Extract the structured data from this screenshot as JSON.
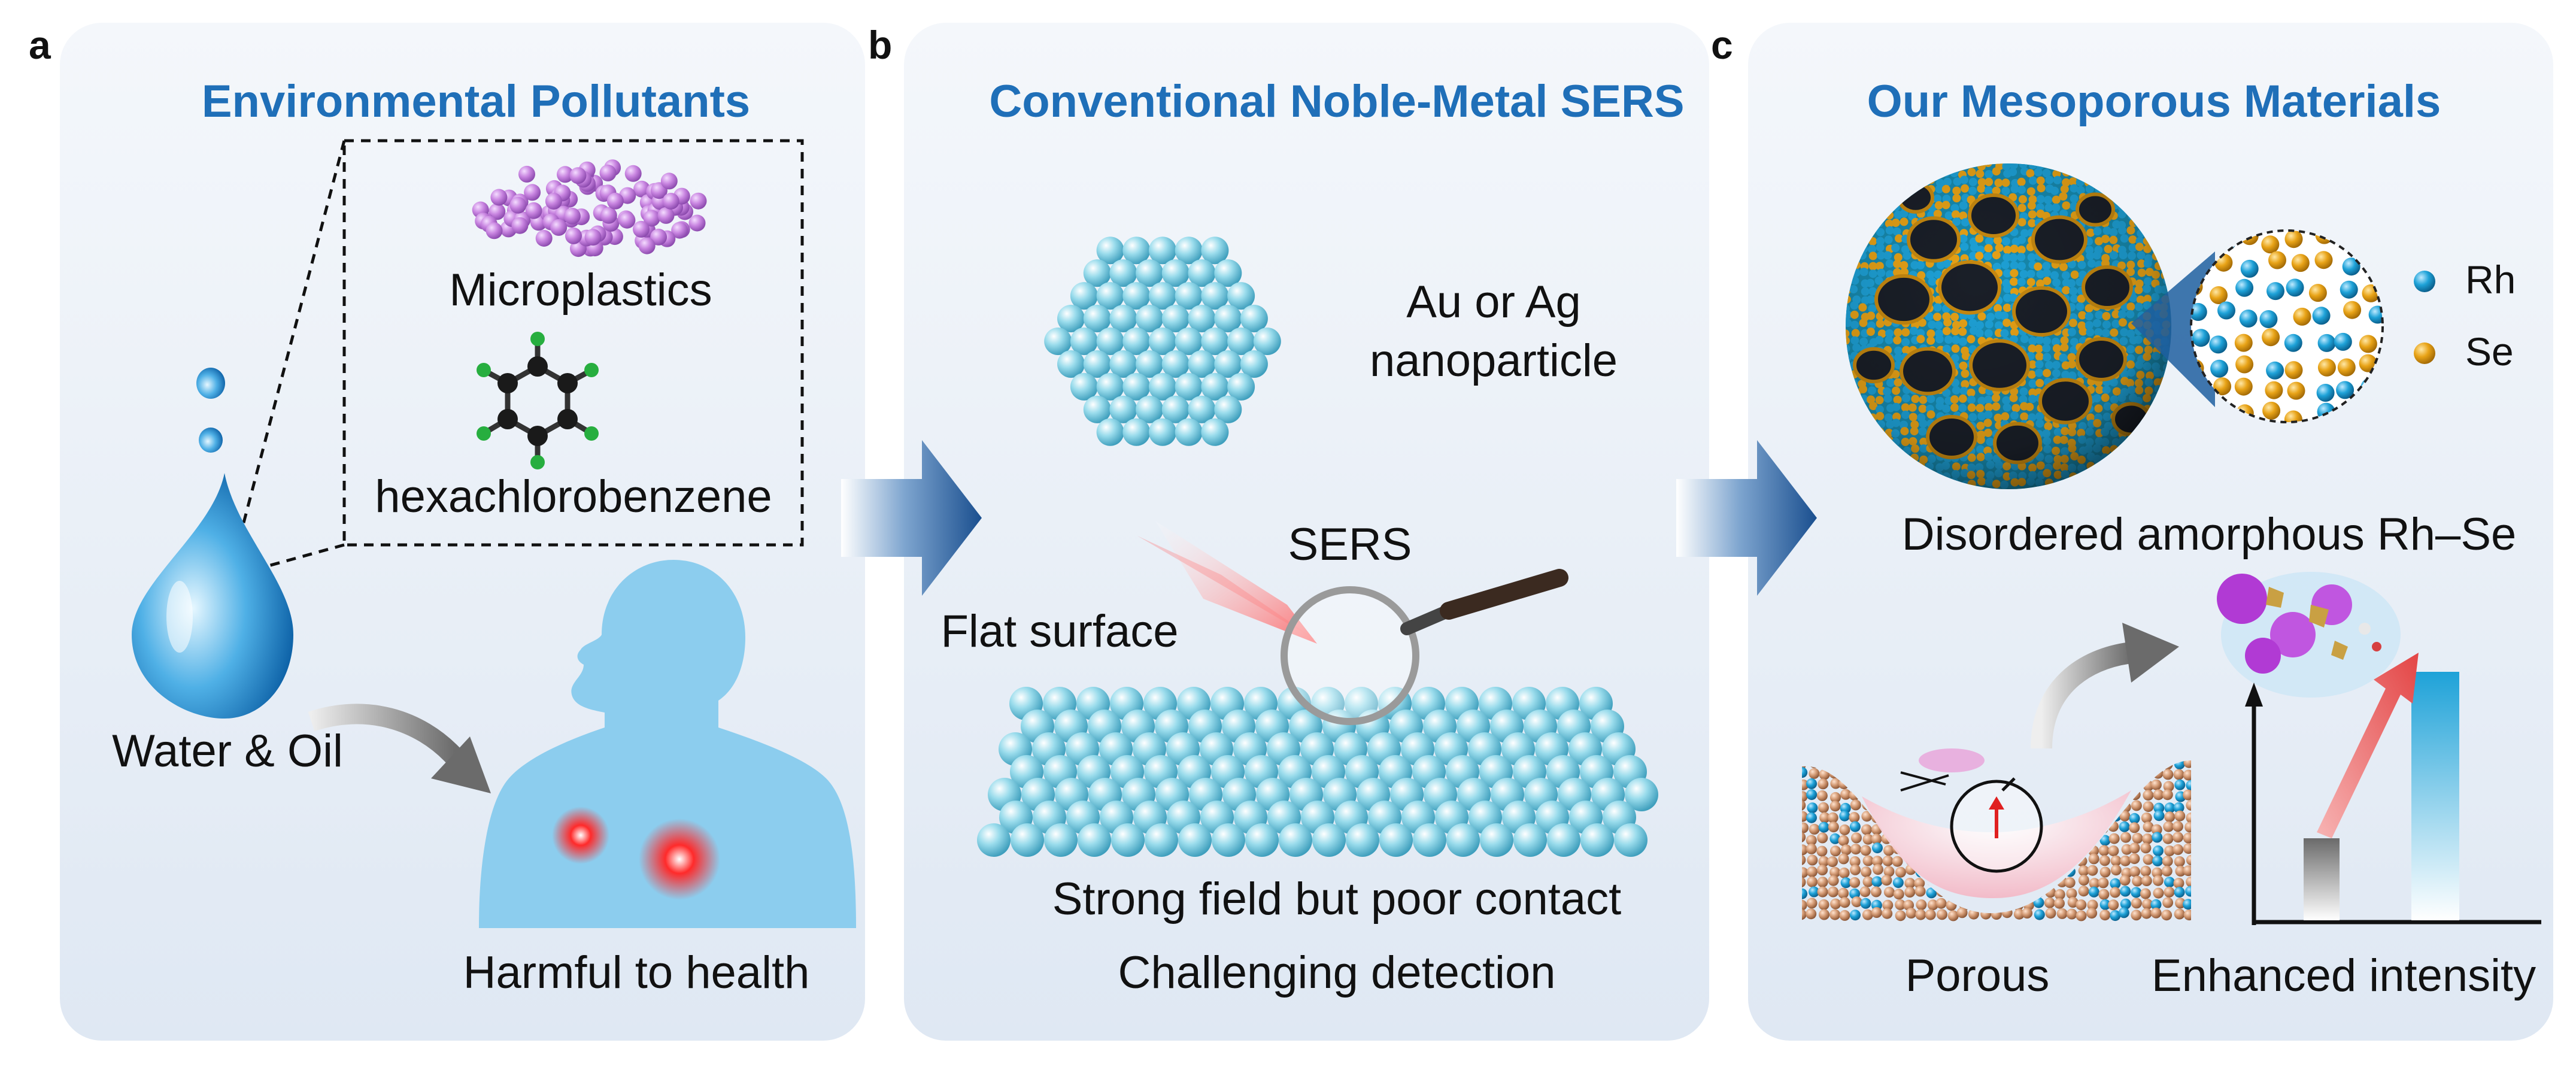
{
  "panels": {
    "a": {
      "letter": "a",
      "title": "Environmental Pollutants",
      "labels": {
        "microplastics": "Microplastics",
        "hexachlorobenzene": "hexachlorobenzene",
        "water_oil": "Water & Oil",
        "harmful": "Harmful to health"
      }
    },
    "b": {
      "letter": "b",
      "title": "Conventional Noble-Metal SERS",
      "labels": {
        "nanoparticle_1": "Au or Ag",
        "nanoparticle_2": "nanoparticle",
        "sers": "SERS",
        "flat_surface": "Flat surface",
        "contact": "Strong field but poor contact",
        "detection": "Challenging detection"
      }
    },
    "c": {
      "letter": "c",
      "title": "Our Mesoporous Materials",
      "labels": {
        "rh": "Rh",
        "se": "Se",
        "material": "Disordered amorphous Rh–Se",
        "porous": "Porous",
        "enhanced": "Enhanced intensity"
      }
    }
  },
  "colors": {
    "title_blue": "#1f6fb8",
    "panel_bg": "#e9f0f8",
    "rh_blue": "#1ea2d8",
    "se_orange": "#e8a317",
    "nanoparticle_cyan": "#8fd6e8",
    "body_silhouette": "#8ccdee",
    "microplastic_purple": "#c07fdc"
  }
}
